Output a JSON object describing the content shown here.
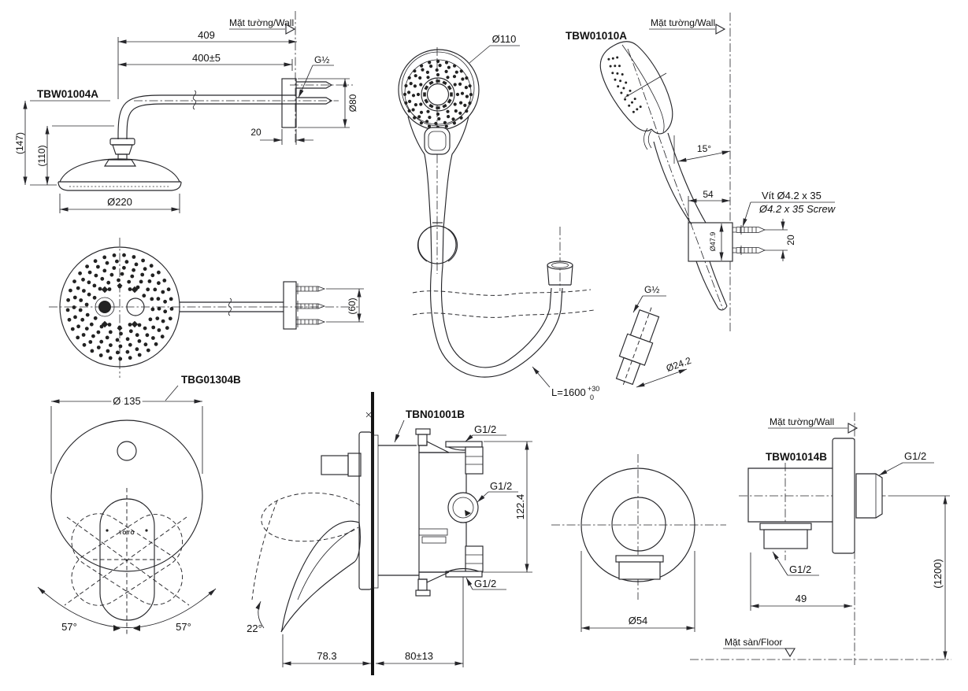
{
  "drawing": {
    "overhead": {
      "code": "TBW01004A",
      "wall_label": "Mặt tường/Wall",
      "dim_409": "409",
      "dim_400": "400±5",
      "thread": "G½",
      "dim_d80": "Ø80",
      "dim_20": "20",
      "dim_147": "(147)",
      "dim_110": "(110)",
      "dim_d220": "Ø220",
      "dim_60": "(60)"
    },
    "handshower_front": {
      "dim_d110": "Ø110"
    },
    "handshower_side": {
      "code": "TBW01010A",
      "wall_label": "Mặt tường/Wall",
      "angle_15": "15°",
      "dim_54": "54",
      "screw_label_vi": "Vít Ø4.2 x 35",
      "screw_label_en": "Ø4.2 x 35 Screw",
      "dim_d479": "Ø47.9",
      "dim_20": "20",
      "thread": "G½",
      "dim_d242": "Ø24.2"
    },
    "hose": {
      "length": "L=1600",
      "tol_plus": "+30",
      "tol_minus": "0"
    },
    "mixer_trim": {
      "code": "TBG01304B",
      "dim_d135": "Ø 135",
      "angle_left": "57°",
      "angle_right": "57°",
      "logo": "TOTO"
    },
    "valve": {
      "code": "TBN01001B",
      "thread_top": "G1/2",
      "thread_mid": "G1/2",
      "thread_bottom": "G1/2",
      "dim_height": "122.4",
      "angle": "22°",
      "dim_left": "78.3",
      "dim_right": "80±13"
    },
    "outlet_front": {
      "dim_d54": "Ø54"
    },
    "outlet_side": {
      "code": "TBW01014B",
      "wall_label": "Mặt tường/Wall",
      "floor_label": "Mặt sàn/Floor",
      "thread_right": "G1/2",
      "thread_bottom": "G1/2",
      "dim_49": "49",
      "dim_height": "(1200)"
    }
  },
  "colors": {
    "line": "#26262a",
    "background": "#ffffff"
  }
}
